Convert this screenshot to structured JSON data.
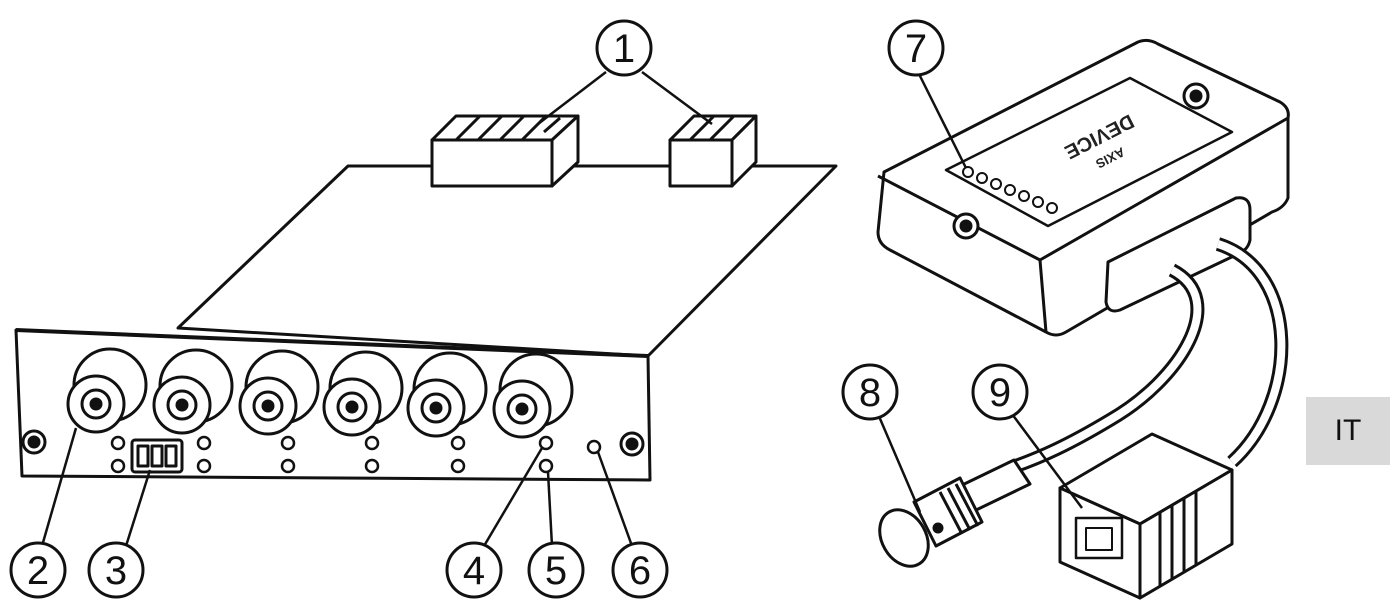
{
  "callouts": {
    "c1": "1",
    "c2": "2",
    "c3": "3",
    "c4": "4",
    "c5": "5",
    "c6": "6",
    "c7": "7",
    "c8": "8",
    "c9": "9"
  },
  "language_tab": "IT",
  "device_label": {
    "brand": "AXIS",
    "name": "DEVICE"
  }
}
